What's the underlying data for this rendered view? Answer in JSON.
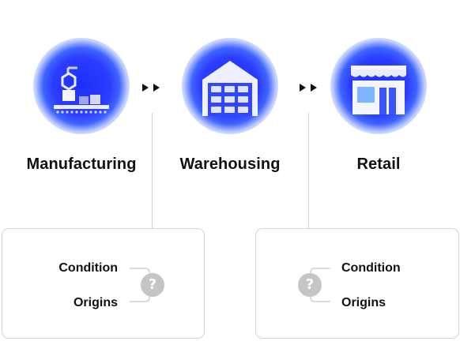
{
  "stages": [
    {
      "label": "Manufacturing",
      "icon": "factory-robot-arm-icon"
    },
    {
      "label": "Warehousing",
      "icon": "warehouse-icon"
    },
    {
      "label": "Retail",
      "icon": "storefront-icon"
    }
  ],
  "arrows": [
    "double-arrow-icon",
    "double-arrow-icon"
  ],
  "cards": [
    {
      "criteria": [
        "Condition",
        "Origins"
      ],
      "badge": "?",
      "badge_icon": "question-mark-icon"
    },
    {
      "criteria": [
        "Condition",
        "Origins"
      ],
      "badge": "?",
      "badge_icon": "question-mark-icon"
    }
  ],
  "colors": {
    "accent": "#2b3cff",
    "text": "#111111",
    "line": "#d2d2d2",
    "badge": "#c5c5c5"
  }
}
